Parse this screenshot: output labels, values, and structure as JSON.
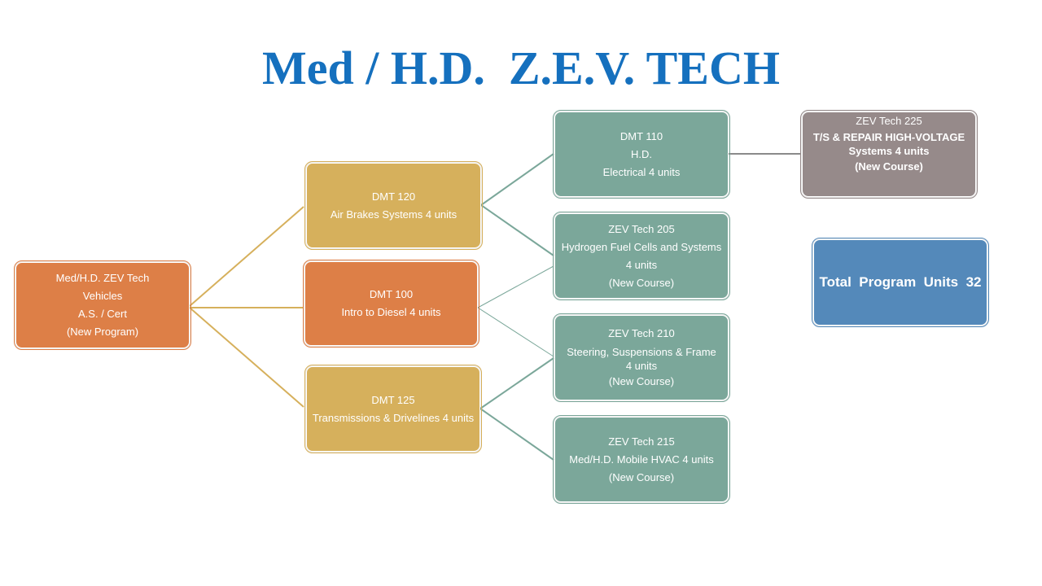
{
  "title": "Med / H.D.  Z.E.V. TECH",
  "colors": {
    "title": "#1570BE",
    "orange": "#DD7F47",
    "gold": "#D6B05C",
    "teal": "#7BA79A",
    "gray": "#968A8A",
    "blue": "#5489BA"
  },
  "root": {
    "lines": [
      "Med/H.D. ZEV Tech",
      "Vehicles",
      "A.S. / Cert",
      "(New Program)"
    ]
  },
  "dmt120": {
    "lines": [
      "DMT 120",
      "Air Brakes Systems  4 units"
    ]
  },
  "dmt100": {
    "lines": [
      "DMT 100",
      "Intro to Diesel  4 units"
    ]
  },
  "dmt125": {
    "lines": [
      "DMT 125",
      "Transmissions & Drivelines 4 units"
    ]
  },
  "dmt110": {
    "lines": [
      "DMT 110",
      "H.D.",
      "Electrical 4 units"
    ]
  },
  "zev205": {
    "lines": [
      "ZEV Tech 205",
      "Hydrogen Fuel Cells and Systems",
      "4 units",
      "(New Course)"
    ]
  },
  "zev210": {
    "lines": [
      "ZEV Tech 210",
      "Steering, Suspensions & Frame",
      "4 units",
      "(New Course)"
    ]
  },
  "zev215": {
    "lines": [
      "ZEV Tech 215",
      "Med/H.D. Mobile HVAC 4 units",
      "(New Course)"
    ]
  },
  "zev225": {
    "lines": [
      "ZEV Tech 225",
      "T/S & REPAIR HIGH-VOLTAGE",
      "Systems   4 units",
      "(New Course)"
    ]
  },
  "total": {
    "label": "Total  Program  Units  32"
  }
}
